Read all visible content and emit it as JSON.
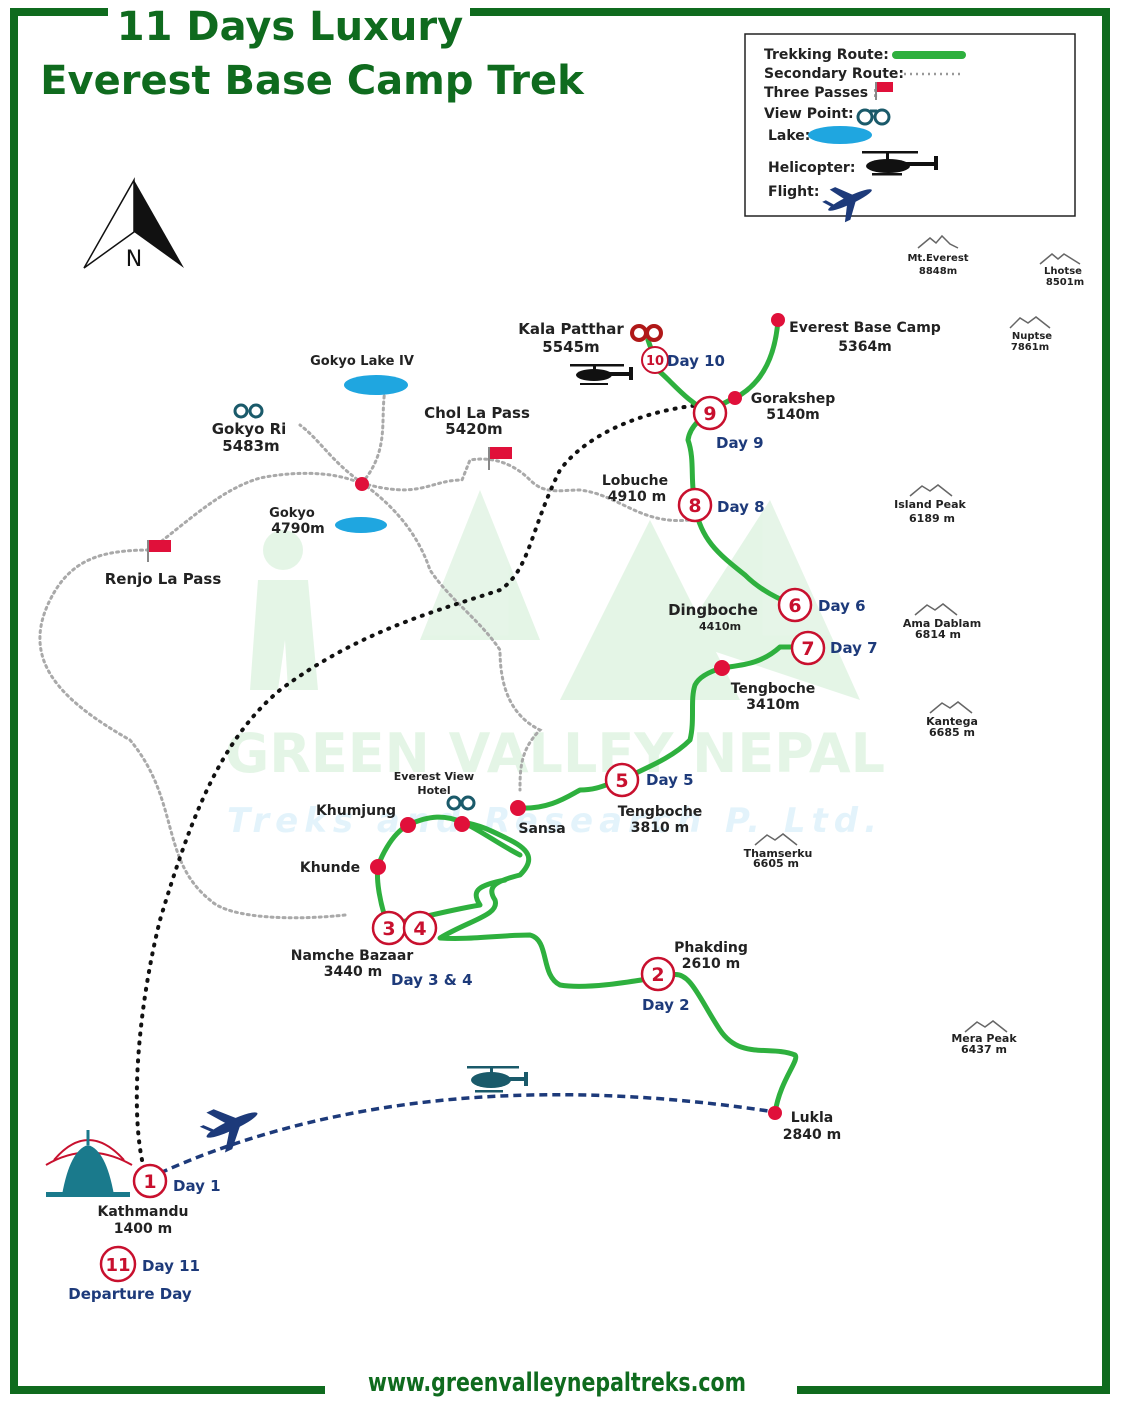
{
  "title": {
    "line1": "11 Days Luxury",
    "line2": "Everest Base Camp Trek"
  },
  "footer_url": "www.greenvalleynepaltreks.com",
  "compass_label": "N",
  "watermark": {
    "line1": "GREEN VALLEY NEPAL",
    "line2": "Treks and Research P. Ltd."
  },
  "colors": {
    "brand_green": "#0f6b1e",
    "route_green": "#2eb03e",
    "stop_red": "#c8102e",
    "dot_red": "#e0103a",
    "day_blue": "#1d3a7a",
    "lake_blue": "#1fa6e0"
  },
  "legend": {
    "trekking_route": "Trekking Route:",
    "secondary_route": "Secondary  Route:",
    "three_passes": "Three Passes :",
    "view_point": "View Point:",
    "lake": "Lake:",
    "helicopter": "Helicopter:",
    "flight": "Flight:"
  },
  "places": {
    "kala_patthar": "Kala Patthar",
    "kala_patthar_alt": "5545m",
    "ebc": "Everest Base Camp",
    "ebc_alt": "5364m",
    "gorakshep": "Gorakshep",
    "gorakshep_alt": "5140m",
    "gokyo_lake": "Gokyo Lake IV",
    "chola": "Chol La Pass",
    "chola_alt": "5420m",
    "gokyo_ri": "Gokyo Ri",
    "gokyo_ri_alt": "5483m",
    "gokyo": "Gokyo",
    "gokyo_alt": "4790m",
    "lobuche": "Lobuche",
    "lobuche_alt": "4910 m",
    "renjo": "Renjo La Pass",
    "dingboche": "Dingboche",
    "dingboche_alt": "4410m",
    "tengboche_upper": "Tengboche",
    "tengboche_upper_alt": "3410m",
    "evh": "Everest View",
    "evh2": "Hotel",
    "khumjung": "Khumjung",
    "sansa": "Sansa",
    "tengboche_lower": "Tengboche",
    "tengboche_lower_alt": "3810 m",
    "khunde": "Khunde",
    "namche": "Namche Bazaar",
    "namche_alt": "3440 m",
    "phakding": "Phakding",
    "phakding_alt": "2610 m",
    "lukla": "Lukla",
    "lukla_alt": "2840 m",
    "kathmandu": "Kathmandu",
    "kathmandu_alt": "1400 m",
    "departure": "Departure Day"
  },
  "peaks": [
    {
      "name": "Mt.Everest",
      "alt": "8848m"
    },
    {
      "name": "Lhotse",
      "alt": "8501m"
    },
    {
      "name": "Nuptse",
      "alt": "7861m"
    },
    {
      "name": "Island Peak",
      "alt": "6189 m"
    },
    {
      "name": "Ama Dablam",
      "alt": "6814 m"
    },
    {
      "name": "Kantega",
      "alt": "6685 m"
    },
    {
      "name": "Thamserku",
      "alt": "6605 m"
    },
    {
      "name": "Mera Peak",
      "alt": "6437 m"
    }
  ],
  "stops": [
    {
      "num": "1",
      "day": "Day 1"
    },
    {
      "num": "2",
      "day": "Day 2"
    },
    {
      "num": "3",
      "day": ""
    },
    {
      "num": "4",
      "day": "Day 3 & 4"
    },
    {
      "num": "5",
      "day": "Day 5"
    },
    {
      "num": "6",
      "day": "Day 6"
    },
    {
      "num": "7",
      "day": "Day 7"
    },
    {
      "num": "8",
      "day": "Day 8"
    },
    {
      "num": "9",
      "day": "Day 9"
    },
    {
      "num": "10",
      "day": "Day 10"
    },
    {
      "num": "11",
      "day": "Day 11"
    }
  ]
}
